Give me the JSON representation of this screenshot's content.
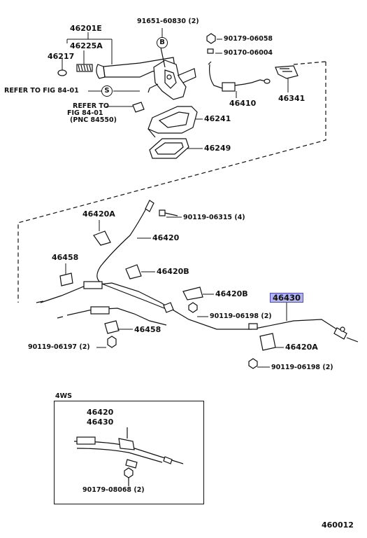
{
  "callouts": {
    "p_46201E": "46201E",
    "p_46225A": "46225A",
    "p_46217": "46217",
    "p_91651": "91651-60830 (2)",
    "p_90179_06058": "90179-06058",
    "p_90170": "90170-06004",
    "refer_1": "REFER TO FIG 84-01",
    "refer_2a": "REFER TO",
    "refer_2b": "FIG 84-01",
    "refer_2c": "(PNC 84550)",
    "p_46410": "46410",
    "p_46341": "46341",
    "p_46241": "46241",
    "p_46249": "46249",
    "p_46420A_top": "46420A",
    "p_90119_06315": "90119-06315 (4)",
    "p_46420_mid": "46420",
    "p_46458_left": "46458",
    "p_46420B_1": "46420B",
    "p_46420B_2": "46420B",
    "p_46430": "46430",
    "p_90119_06198_a": "90119-06198 (2)",
    "p_46458_mid": "46458",
    "p_90119_06197": "90119-06197 (2)",
    "p_46420A_right": "46420A",
    "p_90119_06198_b": "90119-06198 (2)",
    "inset_tag": "4WS",
    "inset_46420": "46420",
    "inset_46430": "46430",
    "inset_90179_08068": "90179-08068 (2)",
    "fig_number": "460012"
  },
  "markers": {
    "b_circle": "B",
    "s_circle": "S"
  },
  "highlight": {
    "part": "46430",
    "color": "#b3b3ef",
    "border_color": "#4a4ab8"
  }
}
